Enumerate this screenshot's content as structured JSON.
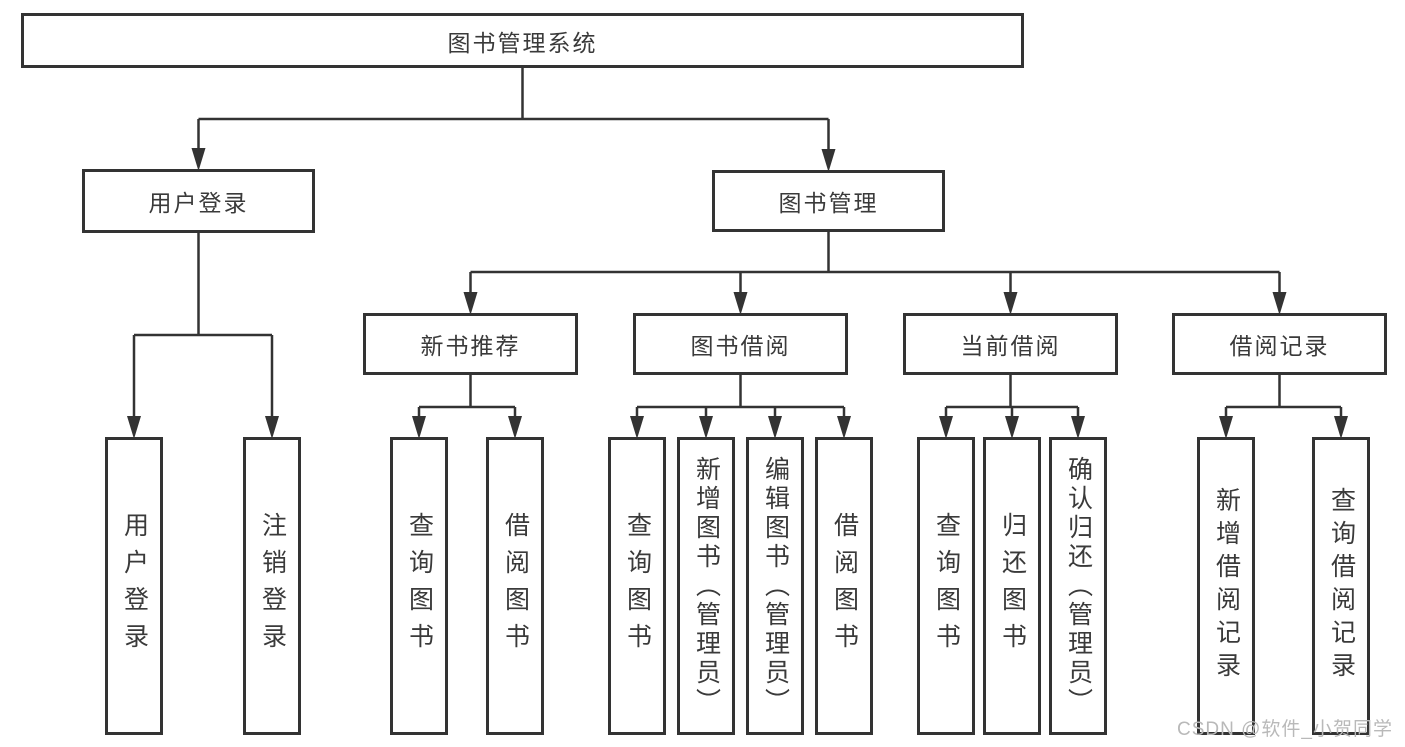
{
  "watermark": {
    "text": "CSDN @软件_小贺同学"
  },
  "nodes": [
    {
      "id": "root",
      "label": "图书管理系统"
    },
    {
      "id": "user-login",
      "label": "用户登录"
    },
    {
      "id": "book-mgmt",
      "label": "图书管理"
    },
    {
      "id": "leaf-user-login",
      "label": "用户登录"
    },
    {
      "id": "leaf-logout",
      "label": "注销登录"
    },
    {
      "id": "new-book-rec",
      "label": "新书推荐"
    },
    {
      "id": "book-borrow",
      "label": "图书借阅"
    },
    {
      "id": "current-borrow",
      "label": "当前借阅"
    },
    {
      "id": "borrow-record",
      "label": "借阅记录"
    },
    {
      "id": "nbr-query",
      "label": "查询图书"
    },
    {
      "id": "nbr-borrow",
      "label": "借阅图书"
    },
    {
      "id": "bb-query",
      "label": "查询图书"
    },
    {
      "id": "bb-add",
      "label": "新增图书（管理员）"
    },
    {
      "id": "bb-edit",
      "label": "编辑图书（管理员）"
    },
    {
      "id": "bb-borrow",
      "label": "借阅图书"
    },
    {
      "id": "cb-query",
      "label": "查询图书"
    },
    {
      "id": "cb-return",
      "label": "归还图书"
    },
    {
      "id": "cb-confirm",
      "label": "确认归还（管理员）"
    },
    {
      "id": "br-add",
      "label": "新增借阅记录"
    },
    {
      "id": "br-query",
      "label": "查询借阅记录"
    }
  ],
  "edges": [
    {
      "parent": "root",
      "children": [
        "user-login",
        "book-mgmt"
      ]
    },
    {
      "parent": "user-login",
      "children": [
        "leaf-user-login",
        "leaf-logout"
      ]
    },
    {
      "parent": "book-mgmt",
      "children": [
        "new-book-rec",
        "book-borrow",
        "current-borrow",
        "borrow-record"
      ]
    },
    {
      "parent": "new-book-rec",
      "children": [
        "nbr-query",
        "nbr-borrow"
      ]
    },
    {
      "parent": "book-borrow",
      "children": [
        "bb-query",
        "bb-add",
        "bb-edit",
        "bb-borrow"
      ]
    },
    {
      "parent": "current-borrow",
      "children": [
        "cb-query",
        "cb-return",
        "cb-confirm"
      ]
    },
    {
      "parent": "borrow-record",
      "children": [
        "br-add",
        "br-query"
      ]
    }
  ]
}
